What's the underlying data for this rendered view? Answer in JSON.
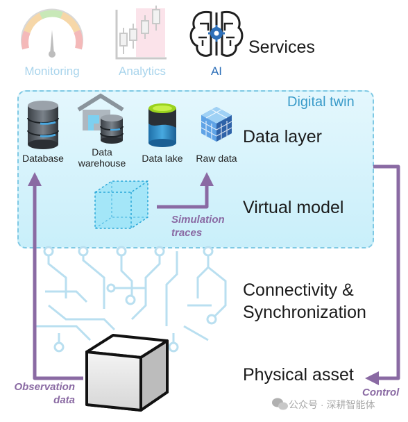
{
  "services": {
    "monitoring_label": "Monitoring",
    "analytics_label": "Analytics",
    "ai_label": "AI",
    "title": "Services"
  },
  "digital_twin": {
    "title": "Digital twin",
    "data_layer": {
      "title": "Data layer",
      "items": [
        {
          "label": "Database"
        },
        {
          "label": "Data\nwarehouse"
        },
        {
          "label": "Data lake"
        },
        {
          "label": "Raw data"
        }
      ]
    },
    "virtual_model": {
      "title": "Virtual model",
      "simulation_traces": "Simulation\ntraces"
    }
  },
  "connectivity": {
    "title": "Connectivity &\nSynchronization"
  },
  "physical_asset": {
    "title": "Physical asset"
  },
  "flows": {
    "observation_data": "Observation\ndata",
    "control": "Control"
  },
  "watermark": "公众号 · 深耕智能体",
  "colors": {
    "arrow": "#8a6aa3",
    "twin_border": "#7fc9e4",
    "twin_fill": "#d6f3fb",
    "circuit": "#b9dff0",
    "services_muted": "#a8d4ec",
    "ai_blue": "#2d6fb8"
  }
}
